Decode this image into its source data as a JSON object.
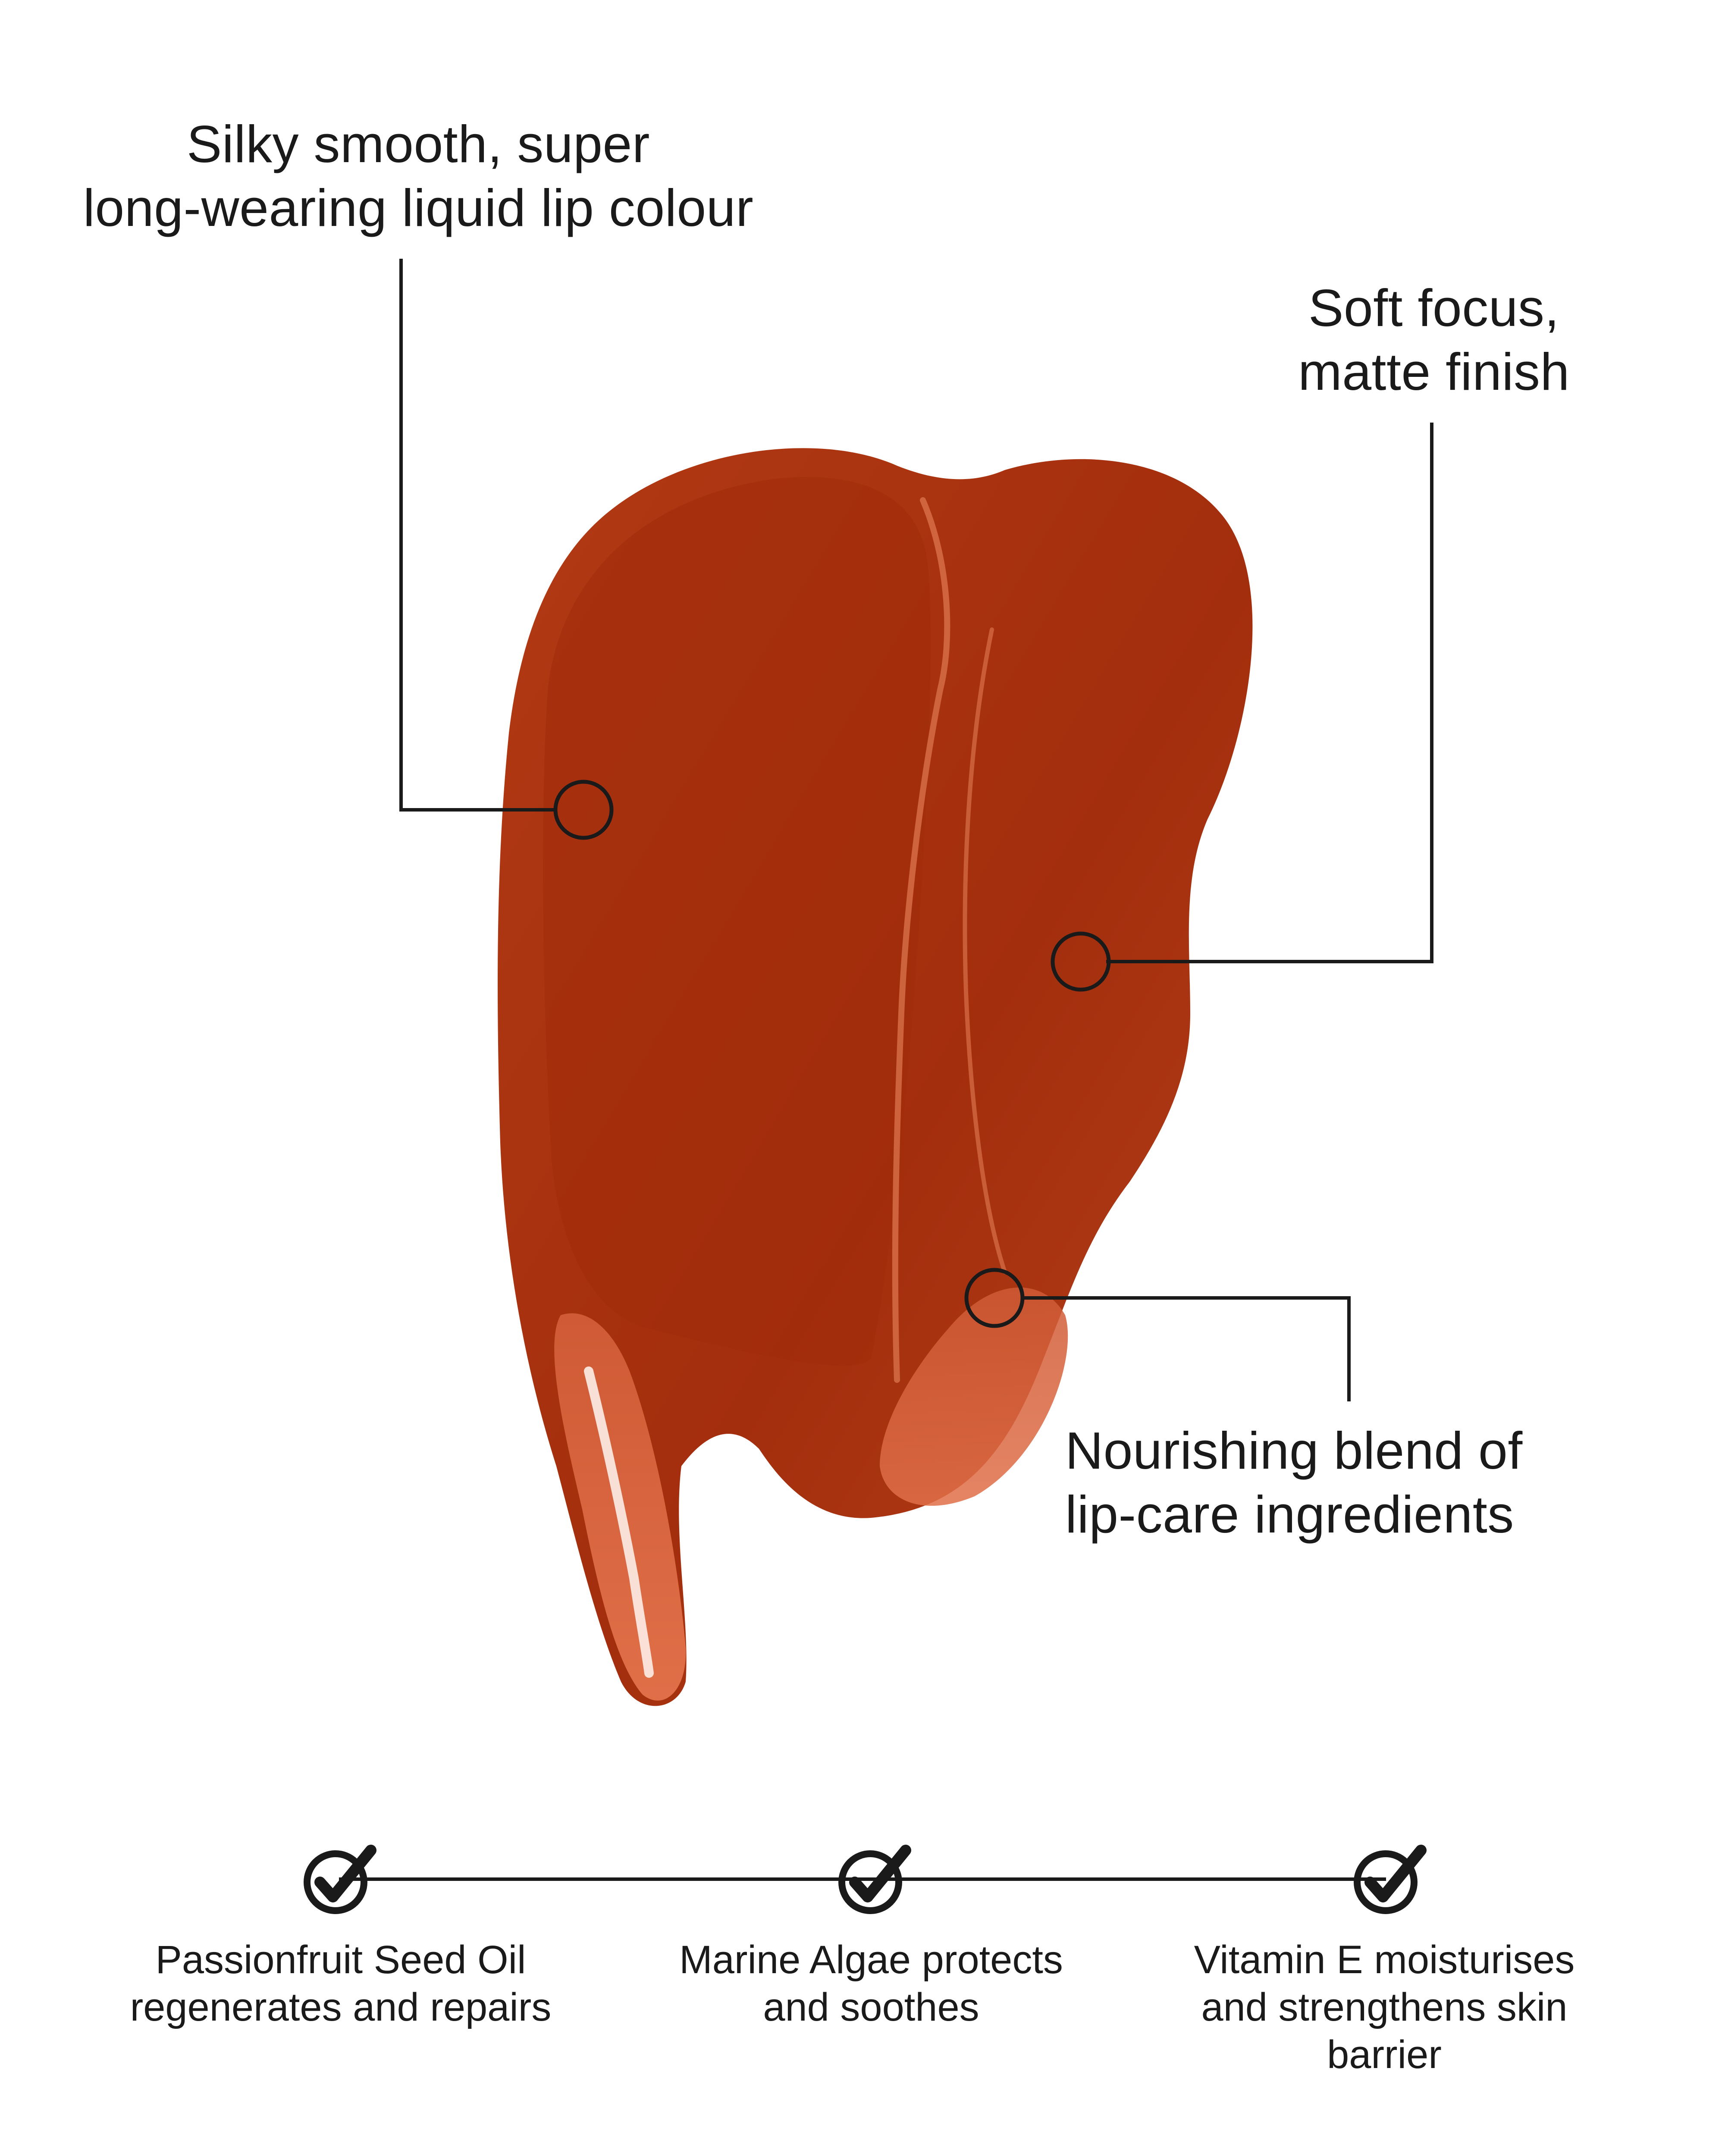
{
  "callouts": {
    "silky": {
      "line1": "Silky smooth, super",
      "line2": "long-wearing liquid lip colour"
    },
    "soft": {
      "line1": "Soft focus,",
      "line2": "matte finish"
    },
    "nourish": {
      "line1": "Nourishing blend of",
      "line2": "lip-care ingredients"
    }
  },
  "benefits": [
    {
      "line1": "Passionfruit Seed Oil",
      "line2": "regenerates and repairs",
      "line3": ""
    },
    {
      "line1": "Marine Algae protects",
      "line2": "and soothes",
      "line3": ""
    },
    {
      "line1": "Vitamin E moisturises",
      "line2": "and strengthens skin",
      "line3": "barrier"
    }
  ],
  "colors": {
    "swatch": "#a7310f",
    "swatch_dark": "#8e2409",
    "swatch_light": "#cf5a35",
    "line": "#1a1a1a",
    "background": "#ffffff"
  },
  "icons": {
    "benefit_marker": "check-circle-icon",
    "callout_marker": "ring-icon"
  }
}
